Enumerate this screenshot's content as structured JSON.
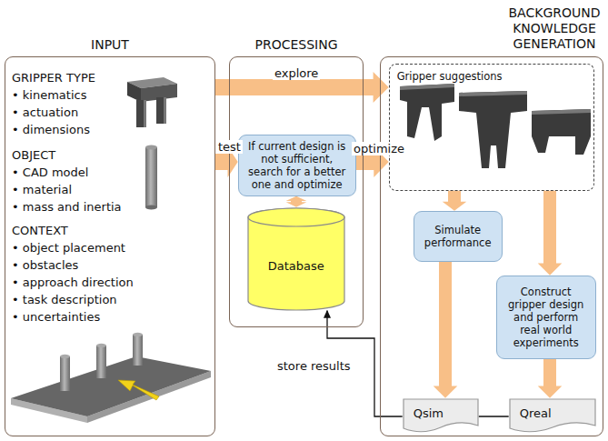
{
  "diagram": {
    "nodes": [
      {
        "text": [
          "INPUT",
          "GRIPPER TYPE",
          "• kinematics",
          "• actuation",
          "• dimensions",
          "OBJECT",
          "• CAD model",
          "• material",
          "• mass and inertia",
          "CONTEXT",
          "• object placement",
          "• obstacles",
          "• approach direction",
          "• task description",
          "• uncertainties"
        ]
      },
      {
        "text": [
          "PROCESSING"
        ]
      },
      {
        "text": [
          "If current design is not sufficient, search for a better one and optimize"
        ],
        "in": 1
      },
      {
        "text": [
          "Database"
        ],
        "in": 1
      },
      {
        "text": [
          "BACKGROUND KNOWLEDGE GENERATION"
        ]
      },
      {
        "text": [
          "Gripper suggestions"
        ],
        "in": 4
      },
      {
        "text": [
          "Simulate performance"
        ],
        "in": 4
      },
      {
        "text": [
          "Construct gripper design and perform real world experiments"
        ],
        "in": 4
      },
      {
        "text": [
          "Qsim"
        ],
        "in": 4
      },
      {
        "text": [
          "Qreal"
        ],
        "in": 4
      }
    ],
    "edges": [
      {
        "from": 0,
        "to": 5,
        "label": "explore",
        "arrow": "to"
      },
      {
        "from": 0,
        "to": 2,
        "label": "test",
        "arrow": "to"
      },
      {
        "from": 2,
        "to": 5,
        "label": "optimize",
        "arrow": "to"
      },
      {
        "from": 2,
        "to": 3,
        "arrow": "both"
      },
      {
        "from": 5,
        "to": 6,
        "arrow": "to"
      },
      {
        "from": 5,
        "to": 7,
        "arrow": "to"
      },
      {
        "from": 6,
        "to": 8,
        "arrow": "to"
      },
      {
        "from": 7,
        "to": 9,
        "arrow": "to"
      },
      {
        "from": 8,
        "to": 3,
        "label": "store results",
        "arrow": "to"
      },
      {
        "from": 8,
        "to": 9,
        "arrow": "none"
      }
    ]
  }
}
